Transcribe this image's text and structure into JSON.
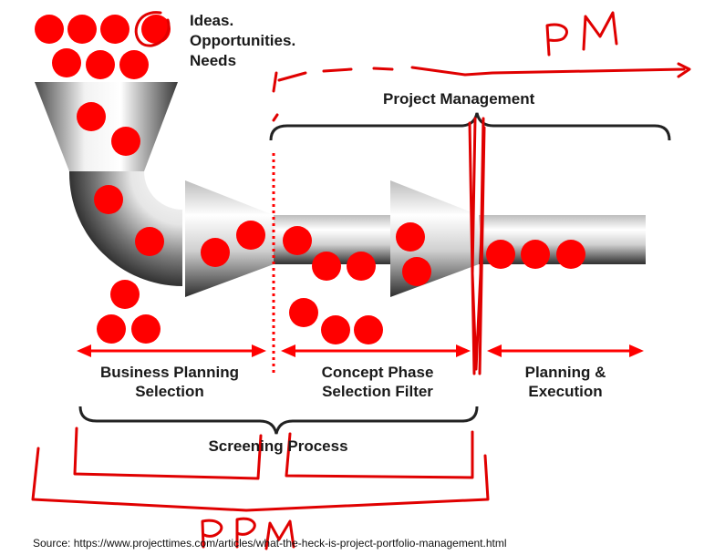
{
  "input_label": {
    "line1": "Ideas.",
    "line2": "Opportunities.",
    "line3": "Needs"
  },
  "top_bracket_label": "Project Management",
  "stages": [
    {
      "line1": "Business Planning",
      "line2": "Selection"
    },
    {
      "line1": "Concept Phase",
      "line2": "Selection Filter"
    },
    {
      "line1": "Planning &",
      "line2": "Execution"
    }
  ],
  "bottom_bracket_label": "Screening Process",
  "source": "Source: https://www.projecttimes.com/articles/what-the-heck-is-project-portfolio-management.html",
  "annotations": {
    "pm": "PM",
    "ppm": "PPM"
  },
  "colors": {
    "ball": "#ff0000",
    "ink": "#e00000",
    "text": "#1a1a1a"
  }
}
